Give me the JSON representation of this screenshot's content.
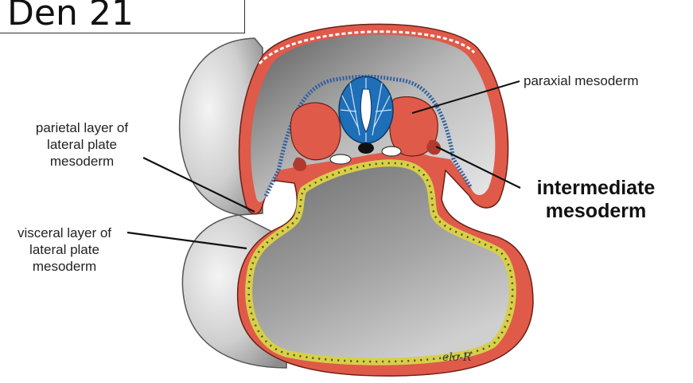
{
  "title": "Den 21",
  "labels": {
    "paraxial": "paraxial mesoderm",
    "parietal": [
      "parietal layer of",
      "lateral plate",
      "mesoderm"
    ],
    "visceral": [
      "visceral layer of",
      "lateral plate",
      "mesoderm"
    ],
    "intermediate": [
      "intermediate",
      "mesoderm"
    ]
  },
  "signature": "elo-R",
  "colors": {
    "mesoderm": "#e05a4a",
    "neural_tube": "#1e6fb8",
    "ectoderm_dots": "#2f5fa0",
    "endoderm": "#f2ec6a",
    "tissue_gray": "#9a9a9a"
  }
}
